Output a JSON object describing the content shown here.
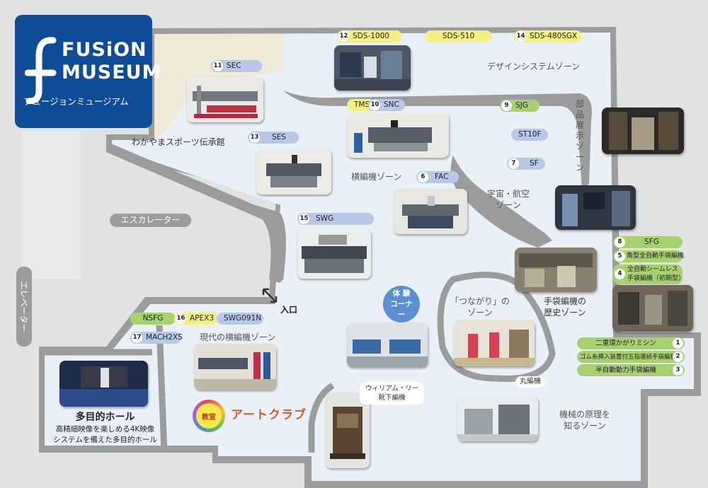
{
  "logo": {
    "line1": "FUSiON",
    "line2": "MUSEUM",
    "sub": "フュージョンミュージアム"
  },
  "zones": {
    "design": "デザインシステムゾーン",
    "wakayama": "わかやまスポーツ伝承館",
    "yokoami": "横編機ゾーン",
    "parts": "部品展示ゾーン",
    "space": "宇宙・航空ゾーン",
    "escalator": "エスカレーター",
    "elevator": "エレベーター",
    "entrance": "入口",
    "taiken": "体 験 コーナー",
    "tsunagari_1": "「つながり」の",
    "tsunagari_2": "ゾーン",
    "tebukuro_1": "手袋編機の",
    "tebukuro_2": "歴史ゾーン",
    "gendai": "現代の横編機ゾーン",
    "maruami": "丸編機",
    "kikai_1": "機械の原理を",
    "kikai_2": "知るゾーン",
    "william_1": "ウィリアム・リー",
    "william_2": "靴下編機",
    "hall_title": "多目的ホール",
    "hall_desc1": "高精細映像を楽しめる4K映像",
    "hall_desc2": "システムを備えた多目的ホール",
    "kyoshitsu": "教室",
    "art": "アートクラブ"
  },
  "labels": [
    {
      "num": "12",
      "text": "SDS-1000",
      "color": "yellow"
    },
    {
      "num": "",
      "text": "SDS-510",
      "color": "yellow"
    },
    {
      "num": "14",
      "text": "SDS-480SGX",
      "color": "yellow"
    },
    {
      "num": "11",
      "text": "SEC",
      "color": "blue"
    },
    {
      "num": "",
      "text": "TMS",
      "color": "yellow"
    },
    {
      "num": "10",
      "text": "SNC",
      "color": "blue"
    },
    {
      "num": "9",
      "text": "SJG",
      "color": "green"
    },
    {
      "num": "",
      "text": "ST10F",
      "color": "blue"
    },
    {
      "num": "7",
      "text": "SF",
      "color": "blue"
    },
    {
      "num": "13",
      "text": "SES",
      "color": "blue"
    },
    {
      "num": "6",
      "text": "FAC",
      "color": "blue"
    },
    {
      "num": "15",
      "text": "SWG",
      "color": "blue"
    },
    {
      "num": "8",
      "text": "SFG",
      "color": "green"
    },
    {
      "num": "5",
      "text": "角型全自動手袋編機",
      "color": "green"
    },
    {
      "num": "4",
      "text": "全自動シームレス",
      "color": "green"
    },
    {
      "num": "",
      "text": "NSFG",
      "color": "green"
    },
    {
      "num": "16",
      "text": "APEX3",
      "color": "yellow"
    },
    {
      "num": "",
      "text": "SWG091N",
      "color": "blue"
    },
    {
      "num": "17",
      "text": "MACH2XS",
      "color": "blue"
    },
    {
      "num": "1",
      "text": "二重環かがりミシン",
      "color": "green"
    },
    {
      "num": "2",
      "text": "ゴム糸挿入装置付五指連続手袋編機",
      "color": "green"
    },
    {
      "num": "3",
      "text": "半自動動力手袋編機",
      "color": "green"
    }
  ],
  "label4_line2": "手袋編機（初期型）",
  "colors": {
    "navy": "#0f4c97",
    "floor": "#eaf0f8",
    "path": "#9c9c9c",
    "blue": "#b6c9e6",
    "yellow": "#f6ef82",
    "green": "#a7d06f"
  }
}
